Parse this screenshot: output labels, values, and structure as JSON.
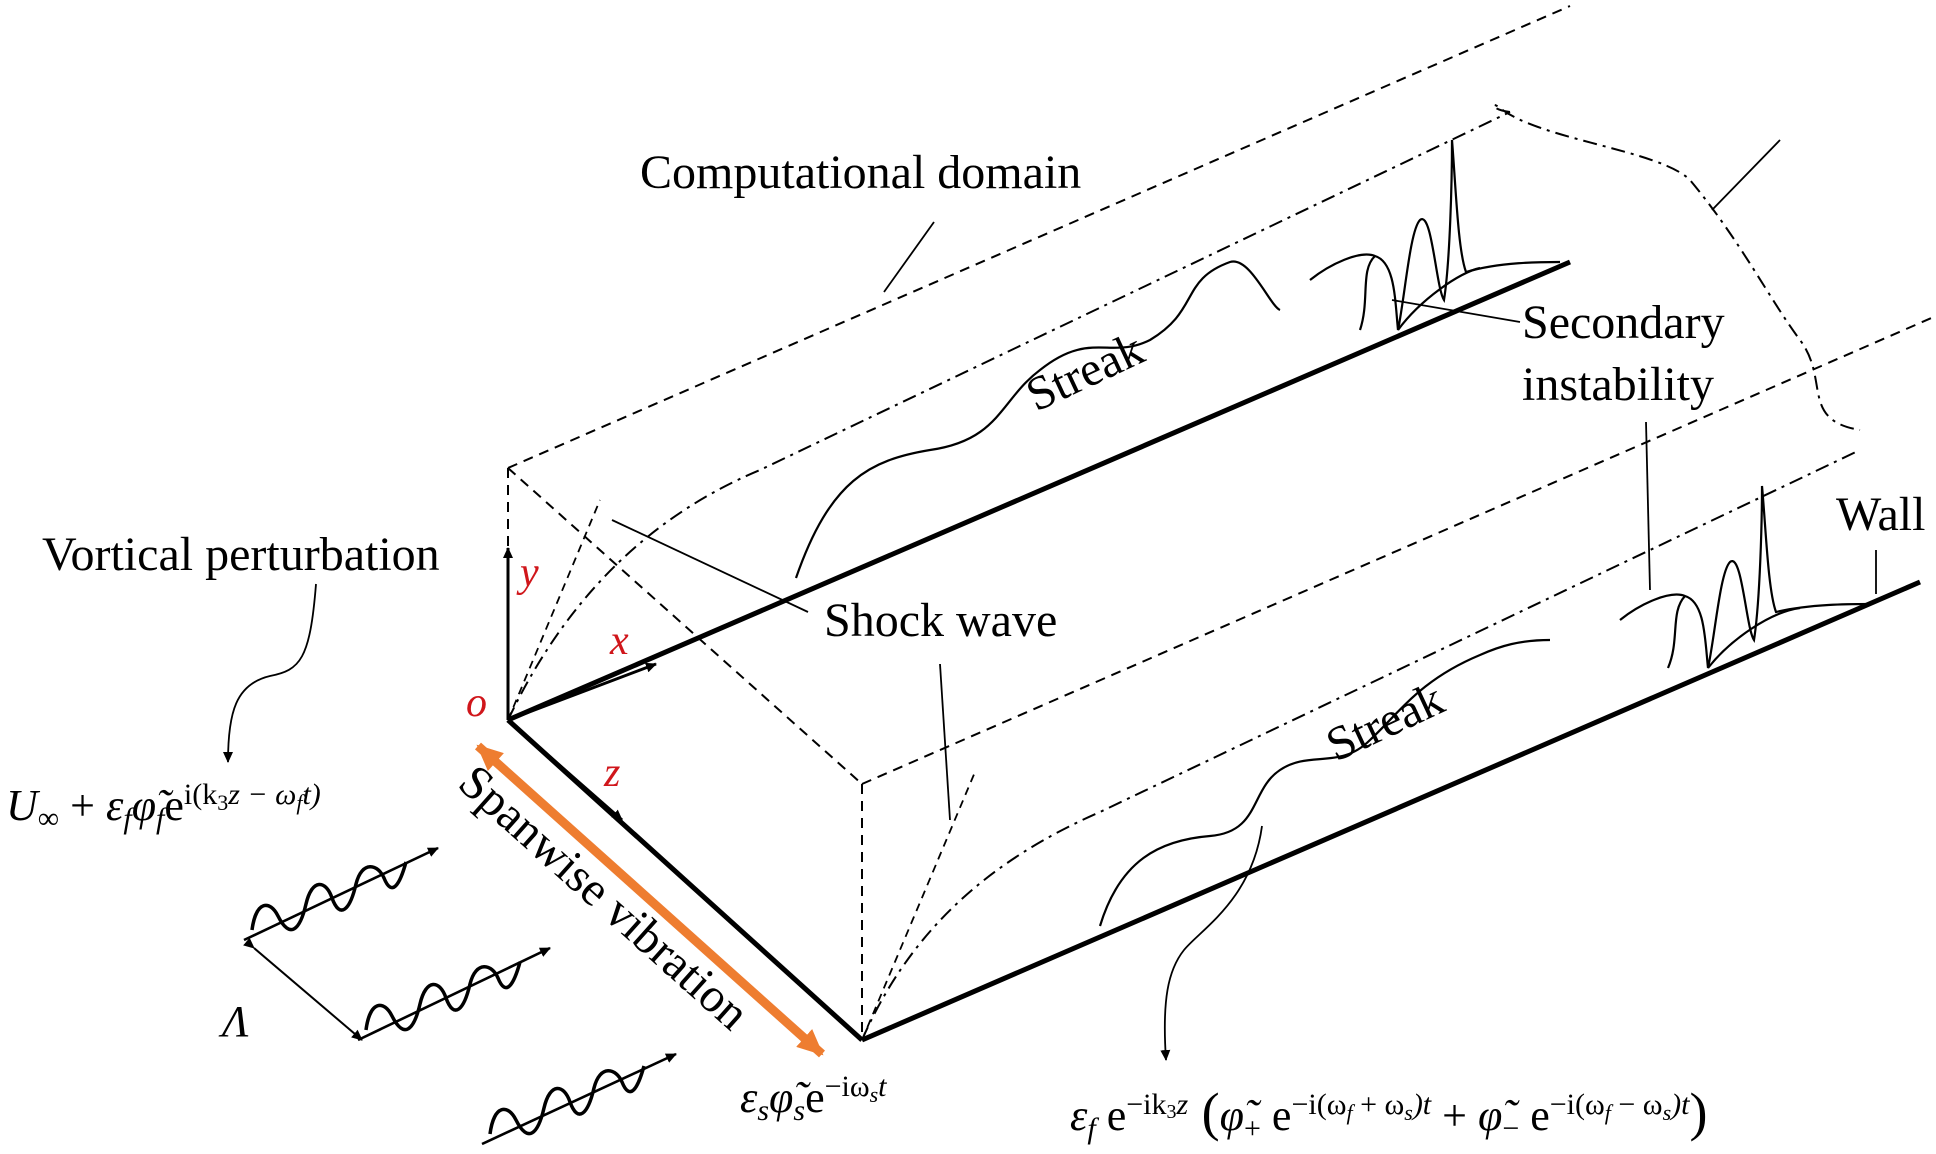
{
  "labels": {
    "computational_domain": "Computational domain",
    "streak_upper": "Streak",
    "streak_lower": "Streak",
    "secondary": "Secondary",
    "instability": "instability",
    "wall": "Wall",
    "vortical_perturbation": "Vortical perturbation",
    "shock_wave": "Shock wave",
    "spanwise_vibration": "Spanwise vibration",
    "lambda": "Λ"
  },
  "axes": {
    "x": "x",
    "y": "y",
    "z": "z",
    "origin": "o"
  },
  "equations": {
    "inflow": {
      "U": "U",
      "inf": "∞",
      "plus": " + ",
      "eps": "ε",
      "eps_sub": "f",
      "phi": "φ̃",
      "phi_sub": "f",
      "e": "e",
      "exp_a": "i(k",
      "exp_b": "3",
      "exp_c": "z − ω",
      "exp_d": "f",
      "exp_e": "t)"
    },
    "spanwise": {
      "eps": "ε",
      "eps_sub": "s",
      "phi": "φ̃",
      "phi_sub": "s",
      "e": "e",
      "exp_a": "−iω",
      "exp_b": "s",
      "exp_c": "t"
    },
    "secondary": {
      "eps": "ε",
      "eps_sub": "f",
      "e1": " e",
      "exp1_a": "−ik",
      "exp1_b": "3",
      "exp1_c": "z",
      "lparen": " (",
      "phi_plus": "φ̃",
      "plus_sub": "+",
      "e2": " e",
      "exp2": "−i(ω",
      "exp2_f": "f",
      "exp2_mid": " + ω",
      "exp2_s": "s",
      "exp2_end": ")t",
      "plus": " + ",
      "phi_minus": "φ̃",
      "minus_sub": "−",
      "e3": " e",
      "exp3": "−i(ω",
      "exp3_f": "f",
      "exp3_mid": " − ω",
      "exp3_s": "s",
      "exp3_end": ")t",
      "rparen": ")"
    }
  },
  "colors": {
    "axis_label": "#d0161b",
    "vibration_arrow": "#ee7d30",
    "ink": "#000000"
  }
}
